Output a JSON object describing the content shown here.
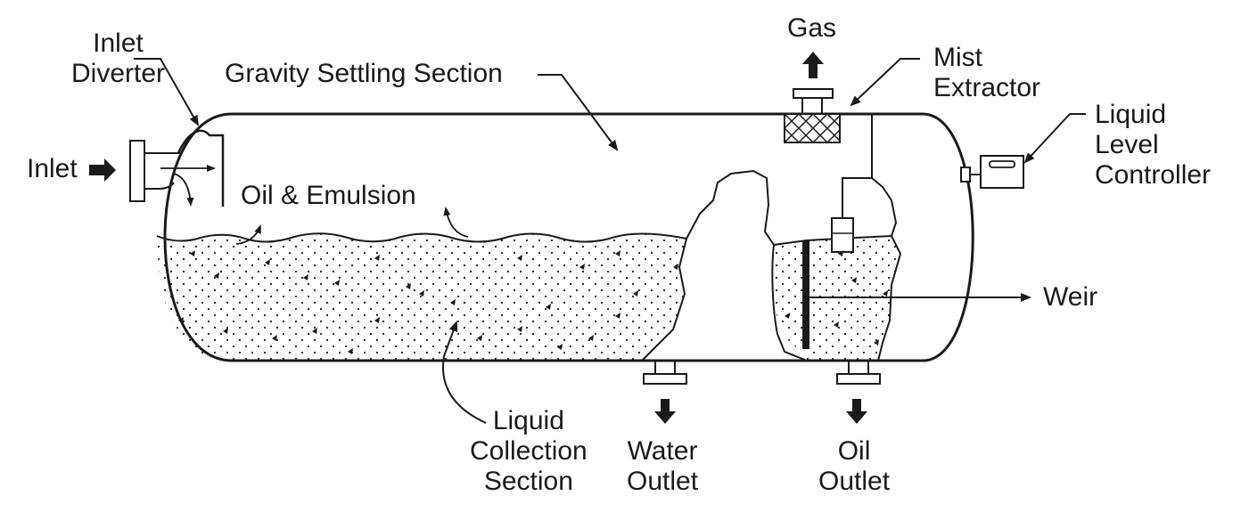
{
  "labels": {
    "inlet": "Inlet",
    "inlet_diverter": [
      "Inlet",
      "Diverter"
    ],
    "gravity_settling": "Gravity Settling Section",
    "gas": "Gas",
    "mist_extractor": [
      "Mist",
      "Extractor"
    ],
    "liquid_level_controller": [
      "Liquid",
      "Level",
      "Controller"
    ],
    "oil_emulsion": "Oil & Emulsion",
    "weir": "Weir",
    "liquid_collection": [
      "Liquid",
      "Collection",
      "Section"
    ],
    "water_outlet": [
      "Water",
      "Outlet"
    ],
    "oil_outlet": [
      "Oil",
      "Outlet"
    ]
  },
  "colors": {
    "ink": "#1a1a1a",
    "background": "#ffffff"
  }
}
